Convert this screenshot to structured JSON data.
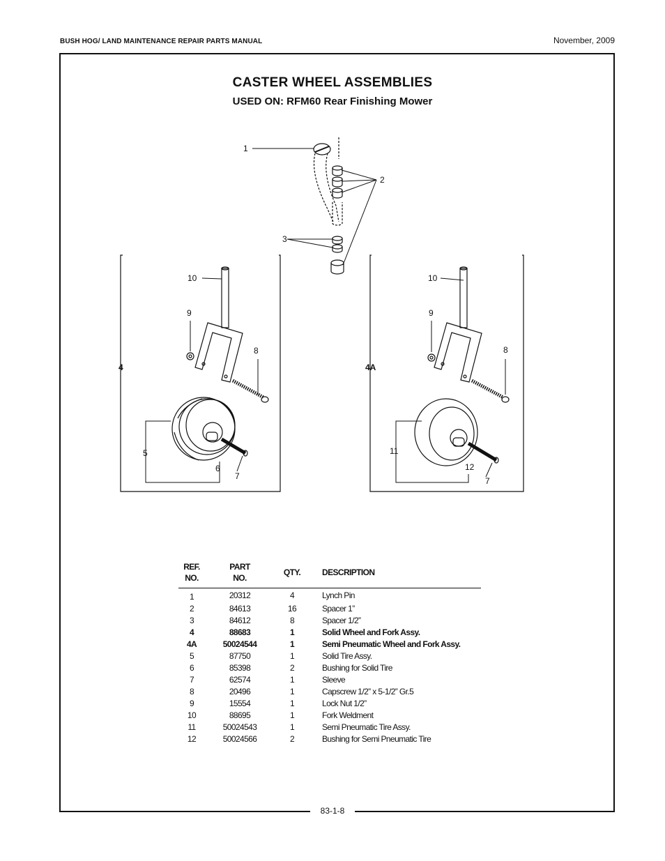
{
  "header": {
    "manual_title": "BUSH HOG/ LAND MAINTENANCE REPAIR PARTS MANUAL",
    "date": "November, 2009"
  },
  "title": "CASTER  WHEEL ASSEMBLIES",
  "subtitle": "USED ON: RFM60 Rear Finishing Mower",
  "diagram_labels": {
    "top": [
      "1",
      "2",
      "3"
    ],
    "left_assembly": {
      "id": "4",
      "items": [
        "10",
        "9",
        "8",
        "5",
        "6",
        "7"
      ]
    },
    "right_assembly": {
      "id": "4A",
      "items": [
        "10",
        "9",
        "8",
        "11",
        "12",
        "7"
      ]
    }
  },
  "table": {
    "headers": {
      "ref": [
        "REF.",
        "NO."
      ],
      "part": [
        "PART",
        "NO."
      ],
      "qty": "QTY.",
      "desc": "DESCRIPTION"
    },
    "rows": [
      {
        "ref": "1",
        "part": "20312",
        "qty": "4",
        "desc": "Lynch Pin",
        "bold": false
      },
      {
        "ref": "2",
        "part": "84613",
        "qty": "16",
        "desc": "Spacer 1”",
        "bold": false
      },
      {
        "ref": "3",
        "part": "84612",
        "qty": "8",
        "desc": "Spacer 1/2”",
        "bold": false
      },
      {
        "ref": "4",
        "part": "88683",
        "qty": "1",
        "desc": "Solid Wheel and Fork Assy.",
        "bold": true
      },
      {
        "ref": "4A",
        "part": "50024544",
        "qty": "1",
        "desc": "Semi Pneumatic Wheel and Fork Assy.",
        "bold": true
      },
      {
        "ref": "5",
        "part": "87750",
        "qty": "1",
        "desc": "Solid Tire Assy.",
        "bold": false
      },
      {
        "ref": "6",
        "part": "85398",
        "qty": "2",
        "desc": "Bushing for Solid Tire",
        "bold": false
      },
      {
        "ref": "7",
        "part": "62574",
        "qty": "1",
        "desc": "Sleeve",
        "bold": false
      },
      {
        "ref": "8",
        "part": "20496",
        "qty": "1",
        "desc": "Capscrew 1/2” x 5-1/2” Gr.5",
        "bold": false
      },
      {
        "ref": "9",
        "part": "15554",
        "qty": "1",
        "desc": "Lock Nut 1/2”",
        "bold": false
      },
      {
        "ref": "10",
        "part": "88695",
        "qty": "1",
        "desc": "Fork Weldment",
        "bold": false
      },
      {
        "ref": "11",
        "part": "50024543",
        "qty": "1",
        "desc": "Semi Pneumatic Tire Assy.",
        "bold": false
      },
      {
        "ref": "12",
        "part": "50024566",
        "qty": "2",
        "desc": "Bushing for Semi Pneumatic Tire",
        "bold": false
      }
    ]
  },
  "footer": {
    "page_number": "83-1-8"
  }
}
